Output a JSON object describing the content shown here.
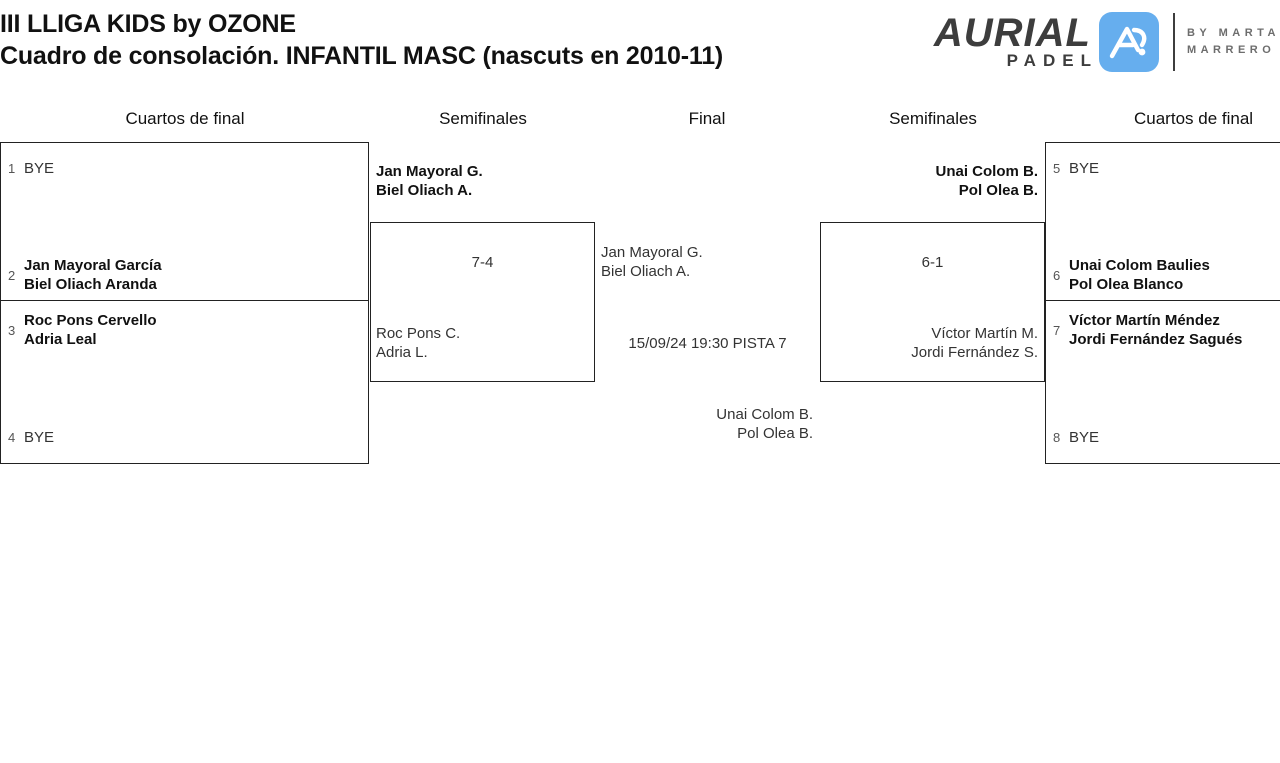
{
  "header": {
    "title_line1": "III LLIGA KIDS by OZONE",
    "title_line2": "Cuadro de consolación. INFANTIL MASC (nascuts en 2010-11)"
  },
  "logo": {
    "brand": "AURIAL",
    "subbrand": "PADEL",
    "mark_icon": "aurial-a-monogram-icon",
    "by_line1": "BY MARTA",
    "by_line2": "MARRERO",
    "accent_color": "#66AEEE",
    "text_color": "#3d3d3d"
  },
  "rounds": {
    "left_quarters": "Cuartos de final",
    "left_semis": "Semifinales",
    "final": "Final",
    "right_semis": "Semifinales",
    "right_quarters": "Cuartos de final"
  },
  "bracket": {
    "left_quarters": [
      {
        "seed": "1",
        "line1": "BYE",
        "line2": "",
        "bye": true
      },
      {
        "seed": "2",
        "line1": "Jan Mayoral García",
        "line2": "Biel Oliach Aranda",
        "bye": false
      },
      {
        "seed": "3",
        "line1": "Roc Pons Cervello",
        "line2": "Adria Leal",
        "bye": false
      },
      {
        "seed": "4",
        "line1": "BYE",
        "line2": "",
        "bye": true
      }
    ],
    "right_quarters": [
      {
        "seed": "5",
        "line1": "BYE",
        "line2": "",
        "bye": true
      },
      {
        "seed": "6",
        "line1": "Unai Colom Baulies",
        "line2": "Pol Olea Blanco",
        "bye": false
      },
      {
        "seed": "7",
        "line1": "Víctor Martín Méndez",
        "line2": "Jordi Fernández Sagués",
        "bye": false
      },
      {
        "seed": "8",
        "line1": "BYE",
        "line2": "",
        "bye": true
      }
    ],
    "left_semifinal": {
      "top_line1": "Jan Mayoral G.",
      "top_line2": "Biel Oliach A.",
      "score": "7-4",
      "bottom_line1": "Roc Pons C.",
      "bottom_line2": "Adria L."
    },
    "right_semifinal": {
      "top_line1": "Unai Colom B.",
      "top_line2": "Pol Olea B.",
      "score": "6-1",
      "bottom_line1": "Víctor Martín M.",
      "bottom_line2": "Jordi Fernández S."
    },
    "final": {
      "top_line1": "Jan Mayoral G.",
      "top_line2": "Biel Oliach A.",
      "schedule": "15/09/24 19:30 PISTA 7",
      "bottom_line1": "Unai Colom B.",
      "bottom_line2": "Pol Olea B."
    }
  }
}
